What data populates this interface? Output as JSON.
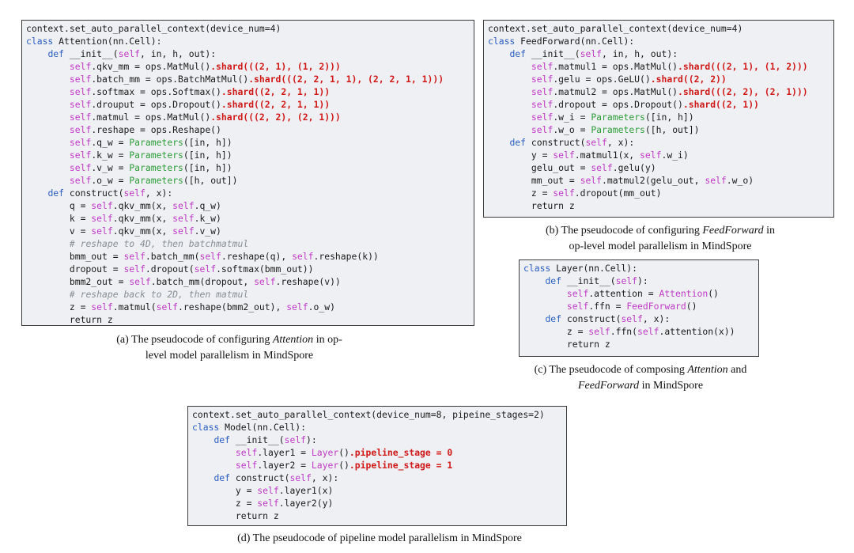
{
  "colors": {
    "keyword": "#2b5cc4",
    "self": "#c03ac8",
    "class_name": "#2f9e3a",
    "shard": "#d01818",
    "comment": "#8a8f96",
    "code_background": "#eef0f3"
  },
  "panels": [
    {
      "id": "a",
      "lines": [
        [
          [
            "p",
            "context.set_auto_parallel_context(device_num=4)"
          ]
        ],
        [
          [
            "k",
            "class "
          ],
          [
            "p",
            "Attention(nn.Cell):"
          ]
        ],
        [
          [
            "p",
            "    "
          ],
          [
            "k",
            "def "
          ],
          [
            "p",
            "__init__("
          ],
          [
            "s",
            "self"
          ],
          [
            "p",
            ", in, h, out):"
          ]
        ],
        [
          [
            "p",
            "        "
          ],
          [
            "s",
            "self"
          ],
          [
            "p",
            ".qkv_mm = ops.MatMul()"
          ],
          [
            "r",
            ".shard(((2, 1), (1, 2)))"
          ]
        ],
        [
          [
            "p",
            "        "
          ],
          [
            "s",
            "self"
          ],
          [
            "p",
            ".batch_mm = ops.BatchMatMul()"
          ],
          [
            "r",
            ".shard(((2, 2, 1, 1), (2, 2, 1, 1)))"
          ]
        ],
        [
          [
            "p",
            "        "
          ],
          [
            "s",
            "self"
          ],
          [
            "p",
            ".softmax = ops.Softmax()"
          ],
          [
            "r",
            ".shard((2, 2, 1, 1))"
          ]
        ],
        [
          [
            "p",
            "        "
          ],
          [
            "s",
            "self"
          ],
          [
            "p",
            ".drouput = ops.Dropout()"
          ],
          [
            "r",
            ".shard((2, 2, 1, 1))"
          ]
        ],
        [
          [
            "p",
            "        "
          ],
          [
            "s",
            "self"
          ],
          [
            "p",
            ".matmul = ops.MatMul()"
          ],
          [
            "r",
            ".shard(((2, 2), (2, 1)))"
          ]
        ],
        [
          [
            "p",
            "        "
          ],
          [
            "s",
            "self"
          ],
          [
            "p",
            ".reshape = ops.Reshape()"
          ]
        ],
        [
          [
            "p",
            "        "
          ],
          [
            "s",
            "self"
          ],
          [
            "p",
            ".q_w = "
          ],
          [
            "c",
            "Parameters"
          ],
          [
            "p",
            "([in, h])"
          ]
        ],
        [
          [
            "p",
            "        "
          ],
          [
            "s",
            "self"
          ],
          [
            "p",
            ".k_w = "
          ],
          [
            "c",
            "Parameters"
          ],
          [
            "p",
            "([in, h])"
          ]
        ],
        [
          [
            "p",
            "        "
          ],
          [
            "s",
            "self"
          ],
          [
            "p",
            ".v_w = "
          ],
          [
            "c",
            "Parameters"
          ],
          [
            "p",
            "([in, h])"
          ]
        ],
        [
          [
            "p",
            "        "
          ],
          [
            "s",
            "self"
          ],
          [
            "p",
            ".o_w = "
          ],
          [
            "c",
            "Parameters"
          ],
          [
            "p",
            "([h, out])"
          ]
        ],
        [
          [
            "p",
            "    "
          ],
          [
            "k",
            "def "
          ],
          [
            "p",
            "construct("
          ],
          [
            "s",
            "self"
          ],
          [
            "p",
            ", x):"
          ]
        ],
        [
          [
            "p",
            "        q = "
          ],
          [
            "s",
            "self"
          ],
          [
            "p",
            ".qkv_mm(x, "
          ],
          [
            "s",
            "self"
          ],
          [
            "p",
            ".q_w)"
          ]
        ],
        [
          [
            "p",
            "        k = "
          ],
          [
            "s",
            "self"
          ],
          [
            "p",
            ".qkv_mm(x, "
          ],
          [
            "s",
            "self"
          ],
          [
            "p",
            ".k_w)"
          ]
        ],
        [
          [
            "p",
            "        v = "
          ],
          [
            "s",
            "self"
          ],
          [
            "p",
            ".qkv_mm(x, "
          ],
          [
            "s",
            "self"
          ],
          [
            "p",
            ".v_w)"
          ]
        ],
        [
          [
            "p",
            "        "
          ],
          [
            "g",
            "# reshape to 4D, then batchmatmul"
          ]
        ],
        [
          [
            "p",
            "        bmm_out = "
          ],
          [
            "s",
            "self"
          ],
          [
            "p",
            ".batch_mm("
          ],
          [
            "s",
            "self"
          ],
          [
            "p",
            ".reshape(q), "
          ],
          [
            "s",
            "self"
          ],
          [
            "p",
            ".reshape(k))"
          ]
        ],
        [
          [
            "p",
            "        dropout = "
          ],
          [
            "s",
            "self"
          ],
          [
            "p",
            ".dropout("
          ],
          [
            "s",
            "self"
          ],
          [
            "p",
            ".softmax(bmm_out))"
          ]
        ],
        [
          [
            "p",
            "        bmm2_out = "
          ],
          [
            "s",
            "self"
          ],
          [
            "p",
            ".batch_mm(dropout, "
          ],
          [
            "s",
            "self"
          ],
          [
            "p",
            ".reshape(v))"
          ]
        ],
        [
          [
            "p",
            "        "
          ],
          [
            "g",
            "# reshape back to 2D, then matmul"
          ]
        ],
        [
          [
            "p",
            "        z = "
          ],
          [
            "s",
            "self"
          ],
          [
            "p",
            ".matmul("
          ],
          [
            "s",
            "self"
          ],
          [
            "p",
            ".reshape(bmm2_out), "
          ],
          [
            "s",
            "self"
          ],
          [
            "p",
            ".o_w)"
          ]
        ],
        [
          [
            "p",
            "        return z"
          ]
        ]
      ]
    },
    {
      "id": "b",
      "lines": [
        [
          [
            "p",
            "context.set_auto_parallel_context(device_num=4)"
          ]
        ],
        [
          [
            "k",
            "class "
          ],
          [
            "p",
            "FeedForward(nn.Cell):"
          ]
        ],
        [
          [
            "p",
            "    "
          ],
          [
            "k",
            "def "
          ],
          [
            "p",
            "__init__("
          ],
          [
            "s",
            "self"
          ],
          [
            "p",
            ", in, h, out):"
          ]
        ],
        [
          [
            "p",
            "        "
          ],
          [
            "s",
            "self"
          ],
          [
            "p",
            ".matmul1 = ops.MatMul()"
          ],
          [
            "r",
            ".shard(((2, 1), (1, 2)))"
          ]
        ],
        [
          [
            "p",
            "        "
          ],
          [
            "s",
            "self"
          ],
          [
            "p",
            ".gelu = ops.GeLU()"
          ],
          [
            "r",
            ".shard((2, 2))"
          ]
        ],
        [
          [
            "p",
            "        "
          ],
          [
            "s",
            "self"
          ],
          [
            "p",
            ".matmul2 = ops.MatMul()"
          ],
          [
            "r",
            ".shard(((2, 2), (2, 1)))"
          ]
        ],
        [
          [
            "p",
            "        "
          ],
          [
            "s",
            "self"
          ],
          [
            "p",
            ".dropout = ops.Dropout()"
          ],
          [
            "r",
            ".shard((2, 1))"
          ]
        ],
        [
          [
            "p",
            "        "
          ],
          [
            "s",
            "self"
          ],
          [
            "p",
            ".w_i = "
          ],
          [
            "c",
            "Parameters"
          ],
          [
            "p",
            "([in, h])"
          ]
        ],
        [
          [
            "p",
            "        "
          ],
          [
            "s",
            "self"
          ],
          [
            "p",
            ".w_o = "
          ],
          [
            "c",
            "Parameters"
          ],
          [
            "p",
            "([h, out])"
          ]
        ],
        [
          [
            "p",
            "    "
          ],
          [
            "k",
            "def "
          ],
          [
            "p",
            "construct("
          ],
          [
            "s",
            "self"
          ],
          [
            "p",
            ", x):"
          ]
        ],
        [
          [
            "p",
            "        y = "
          ],
          [
            "s",
            "self"
          ],
          [
            "p",
            ".matmul1(x, "
          ],
          [
            "s",
            "self"
          ],
          [
            "p",
            ".w_i)"
          ]
        ],
        [
          [
            "p",
            "        gelu_out = "
          ],
          [
            "s",
            "self"
          ],
          [
            "p",
            ".gelu(y)"
          ]
        ],
        [
          [
            "p",
            "        mm_out = "
          ],
          [
            "s",
            "self"
          ],
          [
            "p",
            ".matmul2(gelu_out, "
          ],
          [
            "s",
            "self"
          ],
          [
            "p",
            ".w_o)"
          ]
        ],
        [
          [
            "p",
            "        z = "
          ],
          [
            "s",
            "self"
          ],
          [
            "p",
            ".dropout(mm_out)"
          ]
        ],
        [
          [
            "p",
            "        return z"
          ]
        ]
      ]
    },
    {
      "id": "c",
      "lines": [
        [
          [
            "k",
            "class "
          ],
          [
            "p",
            "Layer(nn.Cell):"
          ]
        ],
        [
          [
            "p",
            "    "
          ],
          [
            "k",
            "def "
          ],
          [
            "p",
            "__init__("
          ],
          [
            "s",
            "self"
          ],
          [
            "p",
            "):"
          ]
        ],
        [
          [
            "p",
            "        "
          ],
          [
            "s",
            "self"
          ],
          [
            "p",
            ".attention = "
          ],
          [
            "m",
            "Attention"
          ],
          [
            "p",
            "()"
          ]
        ],
        [
          [
            "p",
            "        "
          ],
          [
            "s",
            "self"
          ],
          [
            "p",
            ".ffn = "
          ],
          [
            "m",
            "FeedForward"
          ],
          [
            "p",
            "()"
          ]
        ],
        [
          [
            "p",
            "    "
          ],
          [
            "k",
            "def "
          ],
          [
            "p",
            "construct("
          ],
          [
            "s",
            "self"
          ],
          [
            "p",
            ", x):"
          ]
        ],
        [
          [
            "p",
            "        z = "
          ],
          [
            "s",
            "self"
          ],
          [
            "p",
            ".ffn("
          ],
          [
            "s",
            "self"
          ],
          [
            "p",
            ".attention(x))"
          ]
        ],
        [
          [
            "p",
            "        return z"
          ]
        ]
      ]
    },
    {
      "id": "d",
      "lines": [
        [
          [
            "p",
            "context.set_auto_parallel_context(device_num=8, pipeine_stages=2)"
          ]
        ],
        [
          [
            "k",
            "class "
          ],
          [
            "p",
            "Model(nn.Cell):"
          ]
        ],
        [
          [
            "p",
            "    "
          ],
          [
            "k",
            "def "
          ],
          [
            "p",
            "__init__("
          ],
          [
            "s",
            "self"
          ],
          [
            "p",
            "):"
          ]
        ],
        [
          [
            "p",
            "        "
          ],
          [
            "s",
            "self"
          ],
          [
            "p",
            ".layer1 = "
          ],
          [
            "m",
            "Layer"
          ],
          [
            "p",
            "()"
          ],
          [
            "r",
            ".pipeline_stage = 0"
          ]
        ],
        [
          [
            "p",
            "        "
          ],
          [
            "s",
            "self"
          ],
          [
            "p",
            ".layer2 = "
          ],
          [
            "m",
            "Layer"
          ],
          [
            "p",
            "()"
          ],
          [
            "r",
            ".pipeline_stage = 1"
          ]
        ],
        [
          [
            "p",
            "    "
          ],
          [
            "k",
            "def "
          ],
          [
            "p",
            "construct("
          ],
          [
            "s",
            "self"
          ],
          [
            "p",
            ", x):"
          ]
        ],
        [
          [
            "p",
            "        y = "
          ],
          [
            "s",
            "self"
          ],
          [
            "p",
            ".layer1(x)"
          ]
        ],
        [
          [
            "p",
            "        z = "
          ],
          [
            "s",
            "self"
          ],
          [
            "p",
            ".layer2(y)"
          ]
        ],
        [
          [
            "p",
            "        return z"
          ]
        ]
      ]
    }
  ],
  "captions": {
    "a": {
      "line1_pre": "(a) The pseudocode of configuring ",
      "line1_em": "Attention",
      "line1_post": " in op-",
      "line2": "level model parallelism in MindSpore"
    },
    "b": {
      "line1_pre": "(b) The pseudocode of configuring ",
      "line1_em": "FeedForward",
      "line1_post": " in",
      "line2": "op-level model parallelism in MindSpore"
    },
    "c": {
      "line1_pre": "(c) The pseudocode of composing ",
      "line1_em": "Attention",
      "line1_post": " and",
      "line2_em": "FeedForward",
      "line2_post": " in MindSpore"
    },
    "d": {
      "line1": "(d) The pseudocode of pipeline model parallelism in MindSpore"
    }
  }
}
